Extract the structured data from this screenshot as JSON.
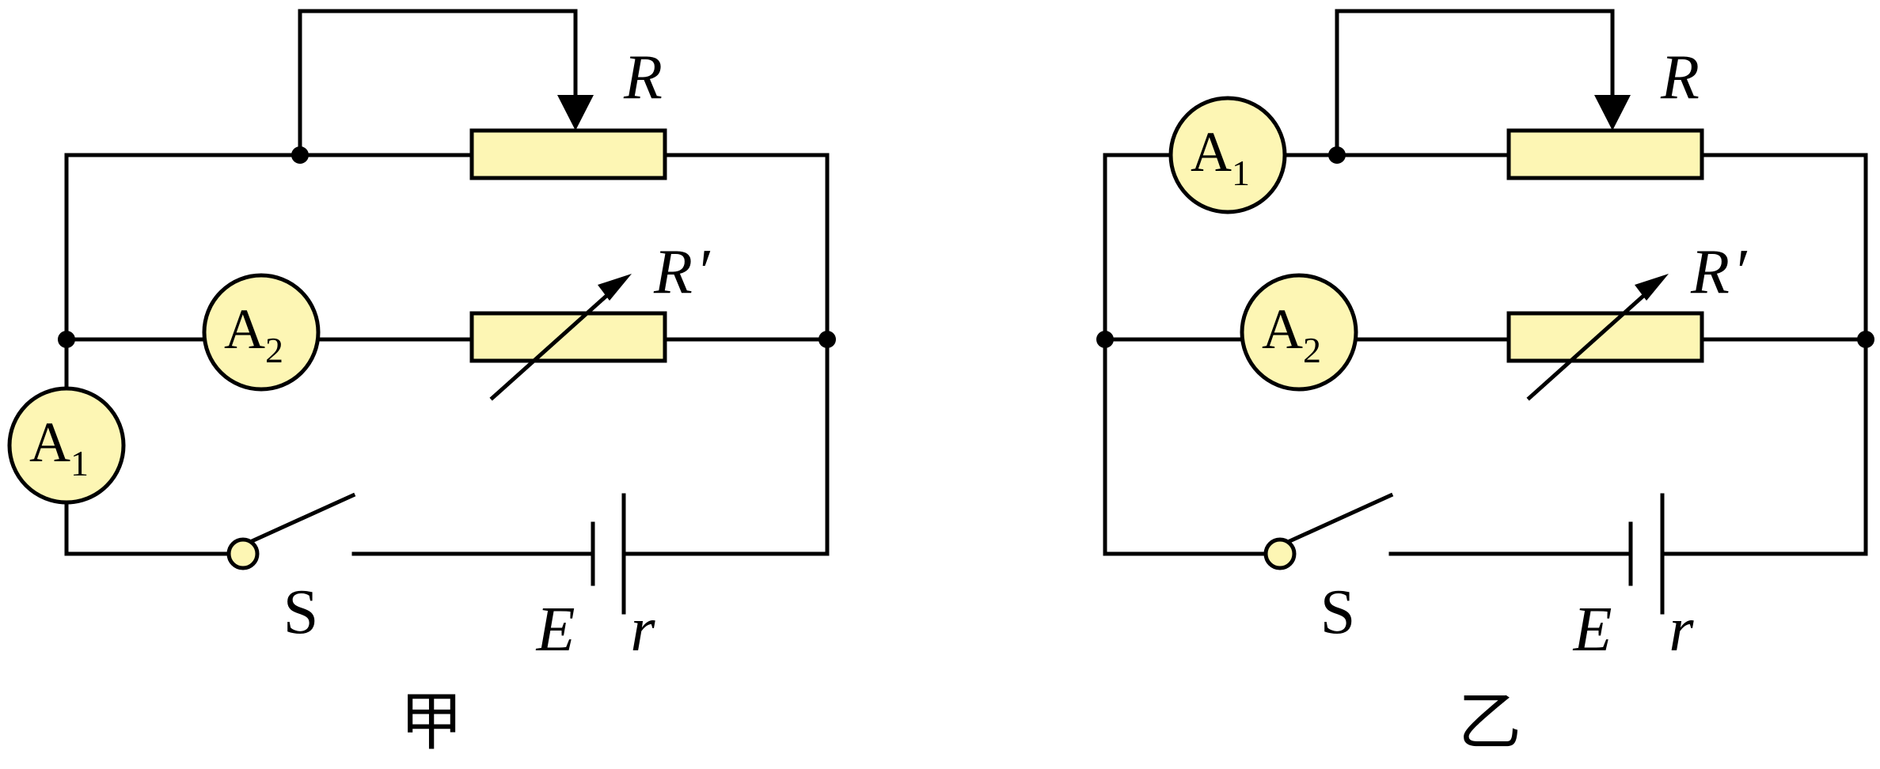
{
  "circuits": [
    {
      "caption": "甲",
      "ammeter1": {
        "letter": "A",
        "sub": "1"
      },
      "ammeter2": {
        "letter": "A",
        "sub": "2"
      },
      "rheostat_label": "R",
      "resistor_box_label": "R",
      "resistor_box_prime": "′",
      "switch_label": "S",
      "emf_label": "E",
      "internal_resistance_label": "r"
    },
    {
      "caption": "乙",
      "ammeter1": {
        "letter": "A",
        "sub": "1"
      },
      "ammeter2": {
        "letter": "A",
        "sub": "2"
      },
      "rheostat_label": "R",
      "resistor_box_label": "R",
      "resistor_box_prime": "′",
      "switch_label": "S",
      "emf_label": "E",
      "internal_resistance_label": "r"
    }
  ],
  "colors": {
    "component_fill": "#fdf6b4",
    "wire": "#000000"
  }
}
